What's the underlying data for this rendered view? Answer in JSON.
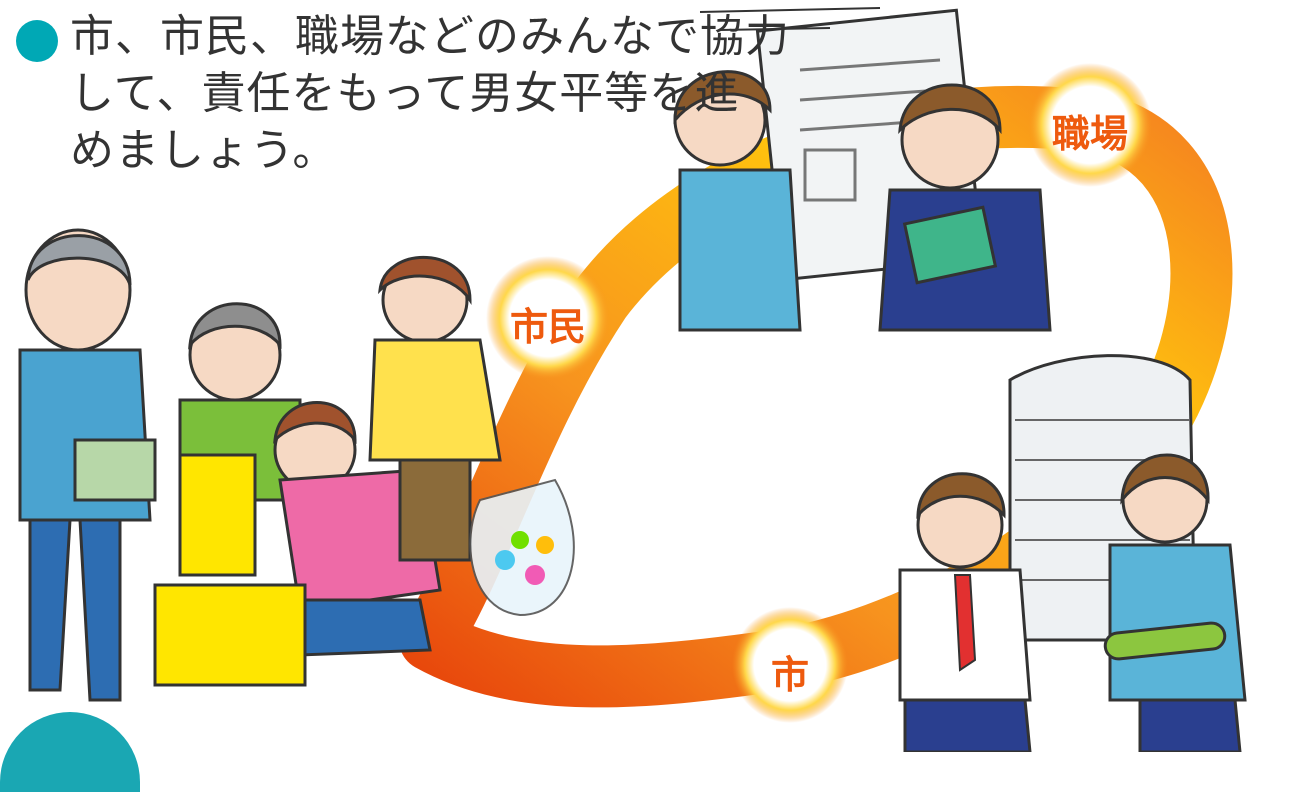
{
  "headline": {
    "line1": "市、市民、職場などのみんなで協力",
    "line2": "して、責任をもって男女平等を進",
    "line3": "めましょう。"
  },
  "badges": {
    "citizens": "市民",
    "workplace": "職場",
    "city": "市"
  },
  "colors": {
    "bullet": "#00a8b5",
    "ring_start": "#ffcc00",
    "ring_mid": "#f7931e",
    "ring_end": "#e8480c",
    "badge_text": "#ee5a0e",
    "text": "#333333"
  }
}
